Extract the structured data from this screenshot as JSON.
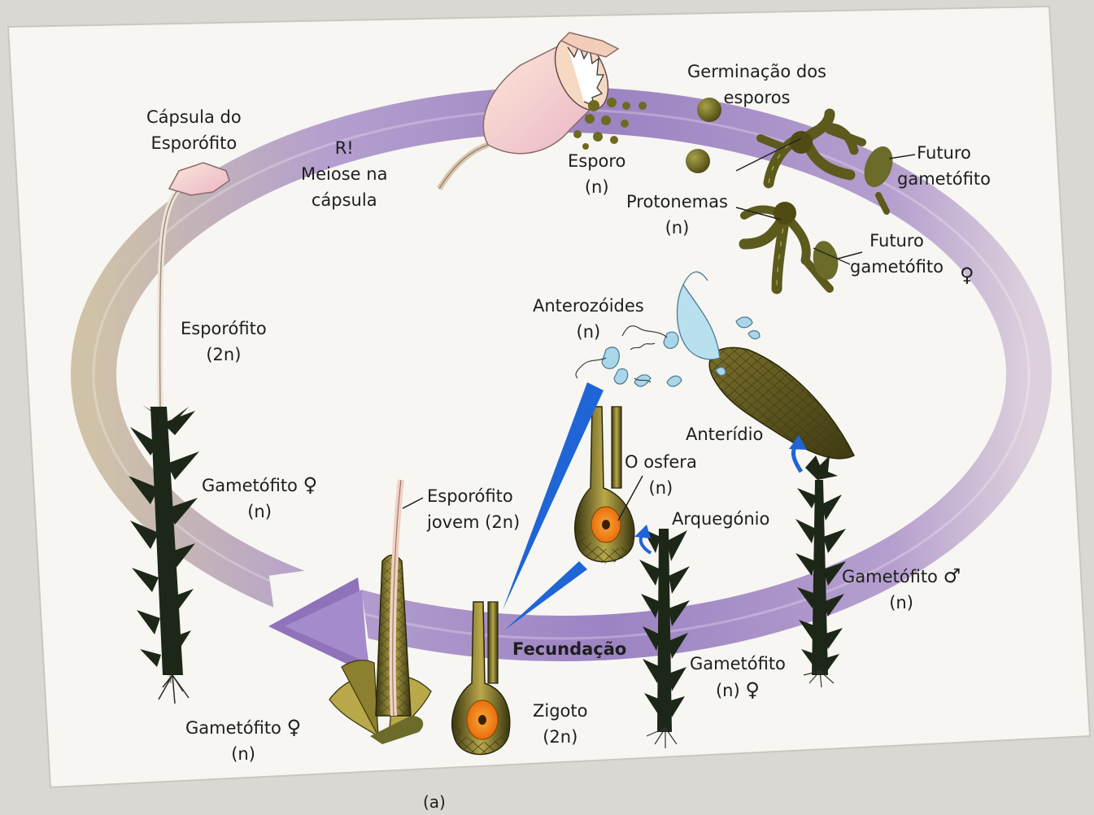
{
  "labels": {
    "capsula": [
      "Cápsula do",
      "Esporófito"
    ],
    "meiose": [
      "R!",
      "Meiose na",
      "cápsula"
    ],
    "germinacao": [
      "Germinação dos",
      "esporos"
    ],
    "esporo": [
      "Esporo",
      "(n)"
    ],
    "protonemas": [
      "Protonemas",
      "(n)"
    ],
    "futuro1": [
      "Futuro",
      "gametófito"
    ],
    "futuro2": [
      "Futuro",
      "gametófito"
    ],
    "anterozoides": [
      "Anterozóides",
      "(n)"
    ],
    "esporofito": [
      "Esporófito",
      "(2n)"
    ],
    "gametofito_left": [
      "Gametófito",
      "(n)"
    ],
    "esporofito_jovem": [
      "Esporófito",
      "jovem (2n)"
    ],
    "oosfera": [
      "O osfera",
      "(n)"
    ],
    "anteridio": "Anterídio",
    "arquegonio": "Arquegónio",
    "gametofito_male": [
      "Gametófito",
      "(n)"
    ],
    "fecundacao": "Fecundação",
    "gametofito_mid": [
      "Gametófito",
      "(n)"
    ],
    "zigoto": [
      "Zigoto",
      "(2n)"
    ],
    "gametofito_bottom": [
      "Gametófito",
      "(n)"
    ],
    "caption": "(a)"
  },
  "symbols": {
    "female": "♀",
    "male": "♂"
  },
  "colors": {
    "cycle_purple": "#8f72ba",
    "cycle_light": "#e3dbc8",
    "plant_dark": "#1d2717",
    "capsule_pink": "#f2cdb8",
    "spore_olive": "#6e6a22",
    "zygote_orange": "#f08a17",
    "blue_pointer": "#1f65d6",
    "water_blue": "#a9d6e8"
  }
}
